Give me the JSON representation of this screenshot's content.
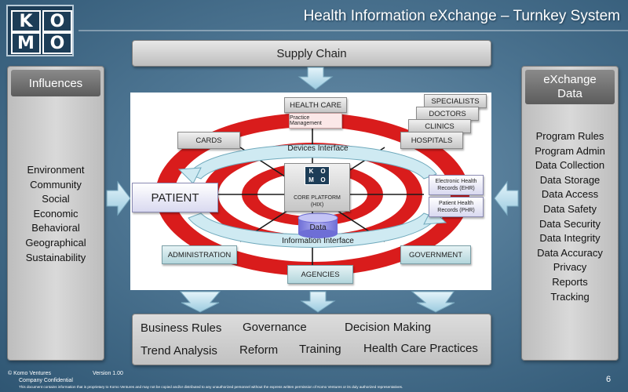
{
  "header": {
    "title": "Health Information eXchange – Turnkey System",
    "logo_letters": [
      "K",
      "O",
      "M",
      "O"
    ]
  },
  "supply_chain": "Supply Chain",
  "influences": {
    "title": "Influences",
    "items": [
      "Environment",
      "Community",
      "Social",
      "Economic",
      "Behavioral",
      "Geographical",
      "Sustainability"
    ]
  },
  "exchange": {
    "title_line1": "eXchange",
    "title_line2": "Data",
    "items": [
      "Program Rules",
      "Program Admin",
      "Data Collection",
      "Data Storage",
      "Data Access",
      "Data Safety",
      "Data Security",
      "Data Integrity",
      "Data Accuracy",
      "Privacy",
      "Reports",
      "Tracking"
    ]
  },
  "diagram": {
    "health_care": "HEALTH CARE",
    "practice_management": "Practice Management",
    "specialists": "SPECIALISTS",
    "doctors": "DOCTORS",
    "clinics": "CLINICS",
    "hospitals": "HOSPITALS",
    "cards": "CARDS",
    "devices_interface": "Devices Interface",
    "patient": "PATIENT",
    "core_platform_line1": "CORE PLATFORM",
    "core_platform_line2": "(HIX)",
    "ehr_line1": "Electronic Health",
    "ehr_line2": "Records (EHR)",
    "phr_line1": "Patient Health",
    "phr_line2": "Records (PHR)",
    "data": "Data",
    "information_interface": "Information Interface",
    "administration": "ADMINISTRATION",
    "government": "GOVERNMENT",
    "agencies": "AGENCIES",
    "colors": {
      "ring": "#d91c1c",
      "data_cylinder": "#8a8ae0"
    }
  },
  "outcomes": {
    "row1": [
      "Business Rules",
      "Governance",
      "Decision Making"
    ],
    "row2": [
      "Trend Analysis",
      "Reform",
      "Training",
      "Health Care Practices"
    ]
  },
  "footer": {
    "company": "© Komo Ventures",
    "confidential": "Company Confidential",
    "version": "Version 1.00",
    "disclaimer": "This document contains information that is proprietary to Komo Ventures and may not be copied and/or distributed to any unauthorized personnel without the express written permission of Komo Ventures or its duly authorized representatives.",
    "page_number": "6"
  }
}
